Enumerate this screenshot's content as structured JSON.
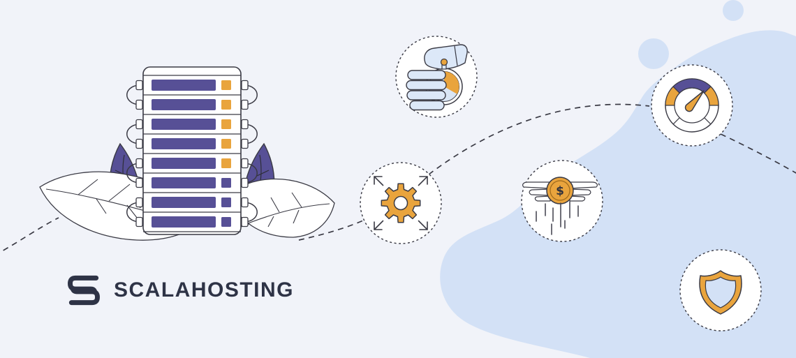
{
  "brand": {
    "name": "SCALAHOSTING"
  },
  "coin": {
    "symbol": "$"
  },
  "palette": {
    "background": "#f1f3f9",
    "blob": "#d3e1f6",
    "outline": "#3a3a44",
    "purple": "#575096",
    "orange": "#e9a43d",
    "hand_blue": "#dce8f8",
    "watch_blue": "#d9e5f5",
    "logo": "#2e3346",
    "white": "#ffffff"
  },
  "icons": [
    {
      "name": "stopwatch-in-hand-icon"
    },
    {
      "name": "expand-gear-icon"
    },
    {
      "name": "winged-money-icon"
    },
    {
      "name": "speedometer-icon"
    },
    {
      "name": "shield-icon"
    }
  ],
  "illustration": {
    "server_rows": 8,
    "orange_indicator_rows": 5,
    "purple_indicator_rows": 3
  }
}
